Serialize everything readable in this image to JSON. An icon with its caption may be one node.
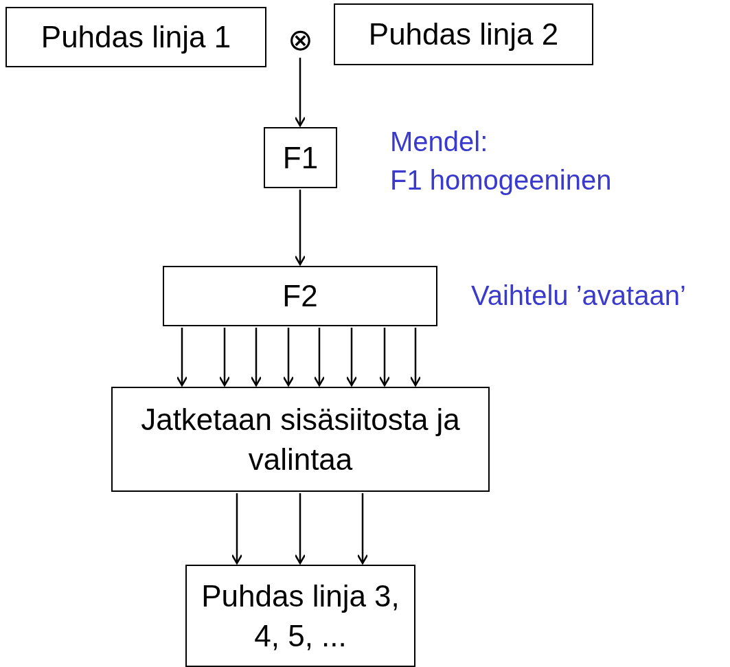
{
  "diagram": {
    "nodes": [
      {
        "text": [
          "Puhdas linja 1"
        ]
      },
      {
        "text": [
          "⊗"
        ]
      },
      {
        "text": [
          "Puhdas linja 2"
        ]
      },
      {
        "text": [
          "F1"
        ],
        "beside": [
          "Mendel:",
          "F1 homogeeninen"
        ]
      },
      {
        "text": [
          "F2"
        ],
        "beside": [
          "Vaihtelu ’avataan’"
        ]
      },
      {
        "text": [
          "Jatketaan sisäsiitosta ja valintaa"
        ]
      },
      {
        "text": [
          "Puhdas linja 3, 4, 5, ..."
        ]
      }
    ],
    "edges": [
      {
        "from": 1,
        "to": 3,
        "arrow": "to"
      },
      {
        "from": 3,
        "to": 4,
        "arrow": "to"
      },
      {
        "from": 4,
        "to": 5,
        "arrow": "to"
      },
      {
        "from": 4,
        "to": 5,
        "arrow": "to"
      },
      {
        "from": 4,
        "to": 5,
        "arrow": "to"
      },
      {
        "from": 4,
        "to": 5,
        "arrow": "to"
      },
      {
        "from": 4,
        "to": 5,
        "arrow": "to"
      },
      {
        "from": 4,
        "to": 5,
        "arrow": "to"
      },
      {
        "from": 4,
        "to": 5,
        "arrow": "to"
      },
      {
        "from": 4,
        "to": 5,
        "arrow": "to"
      },
      {
        "from": 5,
        "to": 6,
        "arrow": "to"
      },
      {
        "from": 5,
        "to": 6,
        "arrow": "to"
      },
      {
        "from": 5,
        "to": 6,
        "arrow": "to"
      }
    ]
  }
}
